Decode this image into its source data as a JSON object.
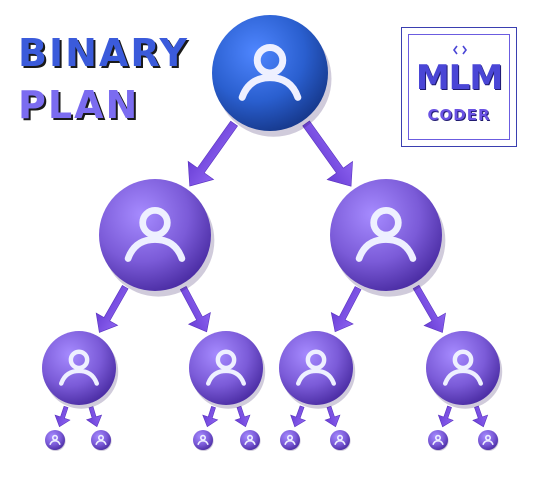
{
  "title": {
    "line1": "BINARY",
    "line2": "PLAN"
  },
  "logo": {
    "main": "MLM",
    "sub": "CODER"
  },
  "colors": {
    "root": "#2a5fcf",
    "root_dark": "#1b3f99",
    "node": "#7b5bd8",
    "node_dark": "#5a3db3",
    "arrow": "#7a4fe0",
    "icon": "#eef0ff"
  },
  "icons": {
    "node": "user-icon",
    "arrow": "arrow-down-icon"
  },
  "tree": {
    "id": "root",
    "children": [
      {
        "id": "L",
        "children": [
          {
            "id": "LL",
            "children": [
              {
                "id": "LLL"
              },
              {
                "id": "LLR"
              }
            ]
          },
          {
            "id": "LR",
            "children": [
              {
                "id": "LRL"
              },
              {
                "id": "LRR"
              }
            ]
          }
        ]
      },
      {
        "id": "R",
        "children": [
          {
            "id": "RL",
            "children": [
              {
                "id": "RLL"
              },
              {
                "id": "RLR"
              }
            ]
          },
          {
            "id": "RR",
            "children": [
              {
                "id": "RRL"
              },
              {
                "id": "RRR"
              }
            ]
          }
        ]
      }
    ]
  }
}
